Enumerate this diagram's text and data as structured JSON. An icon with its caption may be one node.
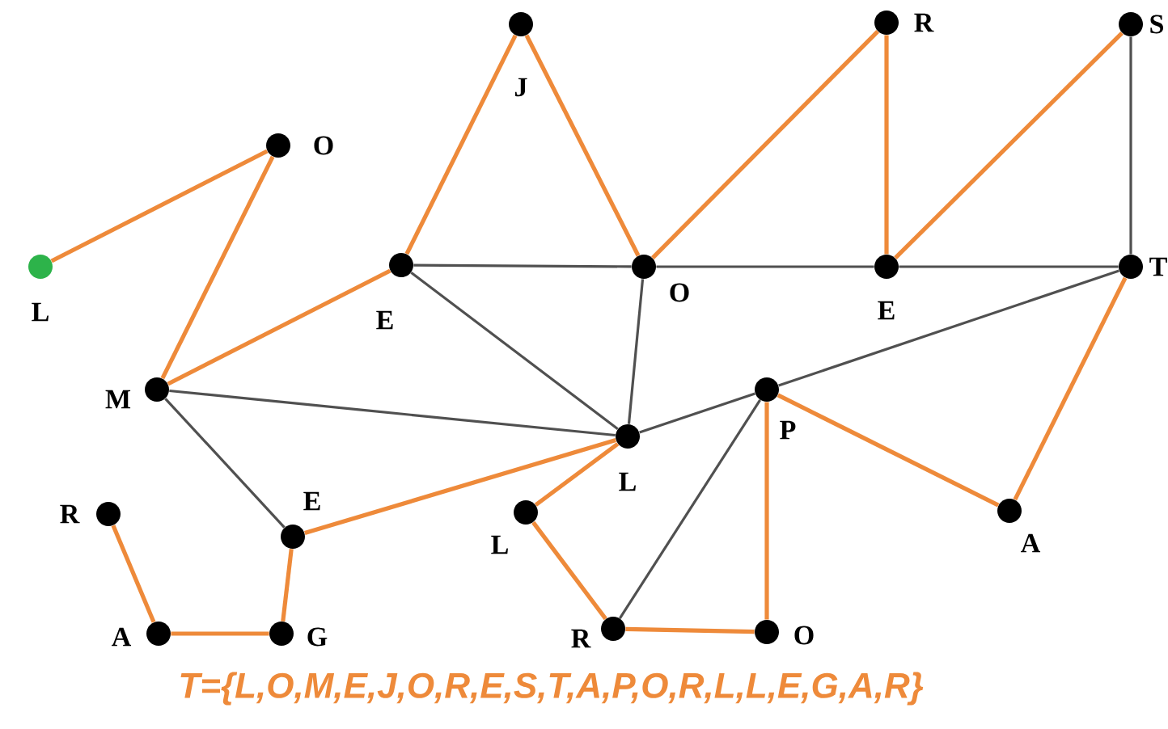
{
  "diagram": {
    "nodes": [
      {
        "text": [
          "L"
        ]
      },
      {
        "text": [
          "O"
        ]
      },
      {
        "text": [
          "M"
        ]
      },
      {
        "text": [
          "E"
        ]
      },
      {
        "text": [
          "J"
        ]
      },
      {
        "text": [
          "O"
        ]
      },
      {
        "text": [
          "R"
        ]
      },
      {
        "text": [
          "E"
        ]
      },
      {
        "text": [
          "S"
        ]
      },
      {
        "text": [
          "T"
        ]
      },
      {
        "text": [
          "L"
        ]
      },
      {
        "text": [
          "P"
        ]
      },
      {
        "text": [
          "A"
        ]
      },
      {
        "text": [
          "R"
        ]
      },
      {
        "text": [
          "E"
        ]
      },
      {
        "text": [
          "A"
        ]
      },
      {
        "text": [
          "G"
        ]
      },
      {
        "text": [
          "L"
        ]
      },
      {
        "text": [
          "R"
        ]
      },
      {
        "text": [
          "O"
        ]
      }
    ],
    "edges": [
      {
        "from": 0,
        "to": 1,
        "arrow": "none"
      },
      {
        "from": 1,
        "to": 2,
        "arrow": "none"
      },
      {
        "from": 2,
        "to": 3,
        "arrow": "none"
      },
      {
        "from": 3,
        "to": 4,
        "arrow": "none"
      },
      {
        "from": 4,
        "to": 5,
        "arrow": "none"
      },
      {
        "from": 5,
        "to": 6,
        "arrow": "none"
      },
      {
        "from": 6,
        "to": 7,
        "arrow": "none"
      },
      {
        "from": 7,
        "to": 8,
        "arrow": "none"
      },
      {
        "from": 8,
        "to": 9,
        "arrow": "none",
        "color": "#505050"
      },
      {
        "from": 3,
        "to": 5,
        "arrow": "none",
        "color": "#505050"
      },
      {
        "from": 5,
        "to": 7,
        "arrow": "none",
        "color": "#505050"
      },
      {
        "from": 7,
        "to": 9,
        "arrow": "none",
        "color": "#505050"
      },
      {
        "from": 3,
        "to": 10,
        "arrow": "none",
        "color": "#505050"
      },
      {
        "from": 5,
        "to": 10,
        "arrow": "none",
        "color": "#505050"
      },
      {
        "from": 2,
        "to": 10,
        "arrow": "none",
        "color": "#505050"
      },
      {
        "from": 2,
        "to": 14,
        "arrow": "none",
        "color": "#505050"
      },
      {
        "from": 10,
        "to": 11,
        "arrow": "none",
        "color": "#505050"
      },
      {
        "from": 11,
        "to": 9,
        "arrow": "none",
        "color": "#505050"
      },
      {
        "from": 9,
        "to": 12,
        "arrow": "none"
      },
      {
        "from": 12,
        "to": 11,
        "arrow": "none"
      },
      {
        "from": 11,
        "to": 19,
        "arrow": "none"
      },
      {
        "from": 11,
        "to": 18,
        "arrow": "none",
        "color": "#505050"
      },
      {
        "from": 19,
        "to": 18,
        "arrow": "none"
      },
      {
        "from": 18,
        "to": 17,
        "arrow": "none"
      },
      {
        "from": 17,
        "to": 10,
        "arrow": "none"
      },
      {
        "from": 10,
        "to": 14,
        "arrow": "none"
      },
      {
        "from": 14,
        "to": 16,
        "arrow": "none"
      },
      {
        "from": 16,
        "to": 15,
        "arrow": "none"
      },
      {
        "from": 15,
        "to": 13,
        "arrow": "none"
      }
    ],
    "labels": [
      "T={L,O,M,E,J,O,R,E,S,T,A,P,O,R,L,L,E,G,A,R}"
    ]
  }
}
